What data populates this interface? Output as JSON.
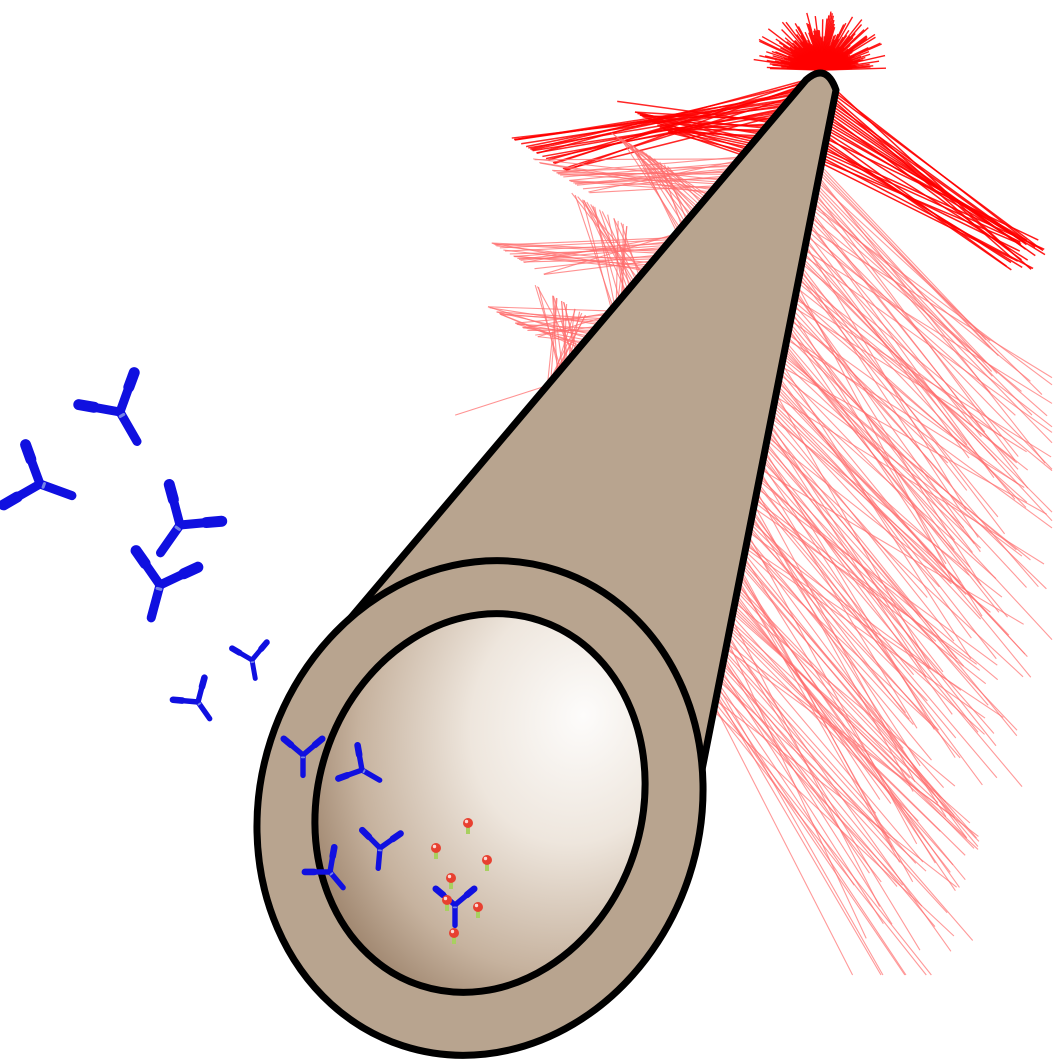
{
  "diagram": {
    "colors": {
      "background": "#ffffff",
      "tube_wall": "#b8a48f",
      "tube_outline": "#000000",
      "lumen_light": "#fbf9f7",
      "lumen_mid": "#d9c9b8",
      "lumen_dark": "#8a6e55",
      "antibody": "#1010e0",
      "antibody_highlight": "#8ea0e8",
      "emission_strong": "#ff0000",
      "emission_faint": "#ff6e6e",
      "particle_head": "#e84030",
      "particle_stem": "#a8d060"
    },
    "elements": [
      {
        "name": "optical-fiber-tip",
        "description_icon": "tapered-fiber"
      },
      {
        "name": "fiber-cross-section",
        "description_icon": "ring"
      },
      {
        "name": "fiber-lumen",
        "description_icon": "shaded-disc"
      },
      {
        "name": "light-emission-left",
        "description_icon": "red-fan"
      },
      {
        "name": "light-emission-right",
        "description_icon": "red-fan"
      },
      {
        "name": "free-antibodies",
        "description_icon": "y-shaped-antibody",
        "count": 6
      },
      {
        "name": "bound-antibodies",
        "description_icon": "y-shaped-antibody",
        "count": 5
      },
      {
        "name": "antigen-particles",
        "description_icon": "small-sphere-on-stem",
        "count": 7
      }
    ]
  }
}
